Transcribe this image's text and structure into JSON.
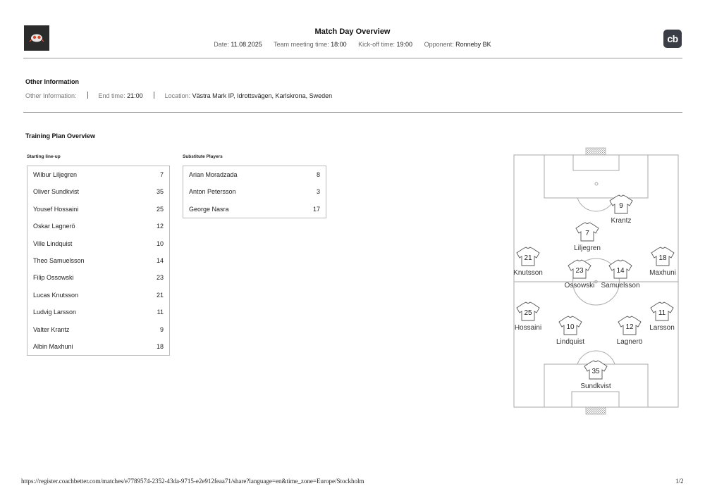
{
  "header": {
    "title": "Match Day Overview",
    "date_label": "Date:",
    "date": "11.08.2025",
    "meeting_label": "Team meeting time:",
    "meeting_time": "18:00",
    "kickoff_label": "Kick-off time:",
    "kickoff_time": "19:00",
    "opponent_label": "Opponent:",
    "opponent": "Ronneby BK",
    "brand_badge": "cb"
  },
  "other_info": {
    "heading": "Other Information",
    "info_label": "Other Information:",
    "end_label": "End time:",
    "end_time": "21:00",
    "location_label": "Location:",
    "location": "Västra Mark IP, Idrottsvägen, Karlskrona, Sweden"
  },
  "training": {
    "heading": "Training Plan Overview",
    "starting_heading": "Starting line-up",
    "subs_heading": "Substitute Players",
    "starting": [
      {
        "name": "Wilbur Liljegren",
        "number": "7"
      },
      {
        "name": "Oliver Sundkvist",
        "number": "35"
      },
      {
        "name": "Yousef Hossaini",
        "number": "25"
      },
      {
        "name": "Oskar Lagnerö",
        "number": "12"
      },
      {
        "name": "Ville Lindquist",
        "number": "10"
      },
      {
        "name": "Theo Samuelsson",
        "number": "14"
      },
      {
        "name": "Filip Ossowski",
        "number": "23"
      },
      {
        "name": "Lucas Knutsson",
        "number": "21"
      },
      {
        "name": "Ludvig Larsson",
        "number": "11"
      },
      {
        "name": "Valter Krantz",
        "number": "9"
      },
      {
        "name": "Albin Maxhuni",
        "number": "18"
      }
    ],
    "substitutes": [
      {
        "name": "Arian Moradzada",
        "number": "8"
      },
      {
        "name": "Anton Petersson",
        "number": "3"
      },
      {
        "name": "George Nasra",
        "number": "17"
      }
    ]
  },
  "formation": [
    {
      "number": "9",
      "name": "Krantz"
    },
    {
      "number": "7",
      "name": "Liljegren"
    },
    {
      "number": "21",
      "name": "Knutsson"
    },
    {
      "number": "23",
      "name": "Ossowski"
    },
    {
      "number": "14",
      "name": "Samuelsson"
    },
    {
      "number": "18",
      "name": "Maxhuni"
    },
    {
      "number": "25",
      "name": "Hossaini"
    },
    {
      "number": "10",
      "name": "Lindquist"
    },
    {
      "number": "12",
      "name": "Lagnerö"
    },
    {
      "number": "11",
      "name": "Larsson"
    },
    {
      "number": "35",
      "name": "Sundkvist"
    }
  ],
  "footer": {
    "url": "https://register.coachbetter.com/matches/e7789574-2352-43da-9715-e2e912feaa71/share?language=en&time_zone=Europe/Stockholm",
    "page": "1/2"
  }
}
